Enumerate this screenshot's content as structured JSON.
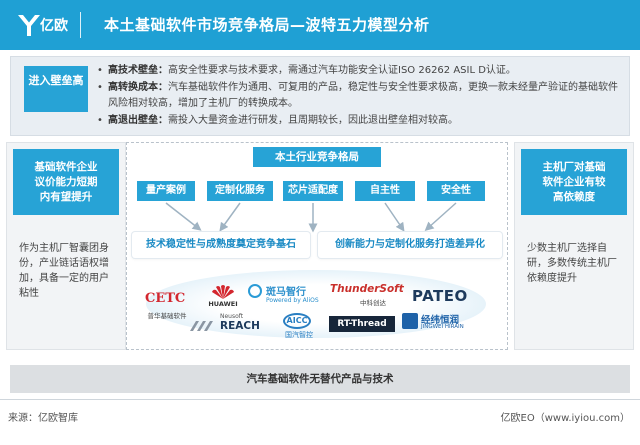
{
  "header": {
    "logo_text": "亿欧",
    "title": "本土基础软件市场竞争格局—波特五力模型分析"
  },
  "barriers": {
    "badge": "进入壁垒高",
    "items": [
      {
        "label": "高技术壁垒：",
        "text": "高安全性要求与技术要求，需通过汽车功能安全认证ISO 26262 ASIL D认证。"
      },
      {
        "label": "高转换成本：",
        "text": "汽车基础软件作为通用、可复用的产品，稳定性与安全性要求极高，更换一款未经量产验证的基础软件风险相对较高，增加了主机厂的转换成本。"
      },
      {
        "label": "高退出壁垒：",
        "text": "需投入大量资金进行研发，且周期较长，因此退出壁垒相对较高。"
      }
    ]
  },
  "left_panel": {
    "heading_lines": [
      "基础软件企业",
      "议价能力短期",
      "内有望提升"
    ],
    "body": "作为主机厂智囊团身份，产业链话语权增加，具备一定的用户粘性"
  },
  "right_panel": {
    "heading_lines": [
      "主机厂对基础",
      "软件企业有较",
      "高依赖度"
    ],
    "body": "少数主机厂选择自研，多数传统主机厂依赖度提升"
  },
  "center": {
    "title": "本土行业竞争格局",
    "tags": [
      "量产案例",
      "定制化服务",
      "芯片适配度",
      "自主性",
      "安全性"
    ],
    "banner_left": "技术稳定性与成熟度奠定竞争基石",
    "banner_right": "创新能力与定制化服务打造差异化"
  },
  "logos": {
    "cetc": "CETC",
    "cetc_sub": "普华基础软件",
    "huawei": "HUAWEI",
    "banma": "斑马智行",
    "banma_sub": "Powered by AliOS",
    "thunder": "ThunderSoft",
    "thunder_sub": "中科创达",
    "pateo": "PATEO",
    "reach_sub": "Neusoft",
    "reach": "REACH",
    "aicc": "AICC",
    "aicc_sub": "国汽智控",
    "rtthread": "RT-Thread",
    "jingwei": "经纬恒润",
    "jingwei_sub": "JINGWEI HIRAIN"
  },
  "bottom_bar": "汽车基础软件无替代产品与技术",
  "footer": {
    "source": "来源：亿欧智库",
    "credit": "亿欧EO（www.iyiou.com）"
  },
  "colors": {
    "accent": "#27a3d6",
    "header": "#1fa0d4",
    "banner_text": "#1a8ac4"
  }
}
